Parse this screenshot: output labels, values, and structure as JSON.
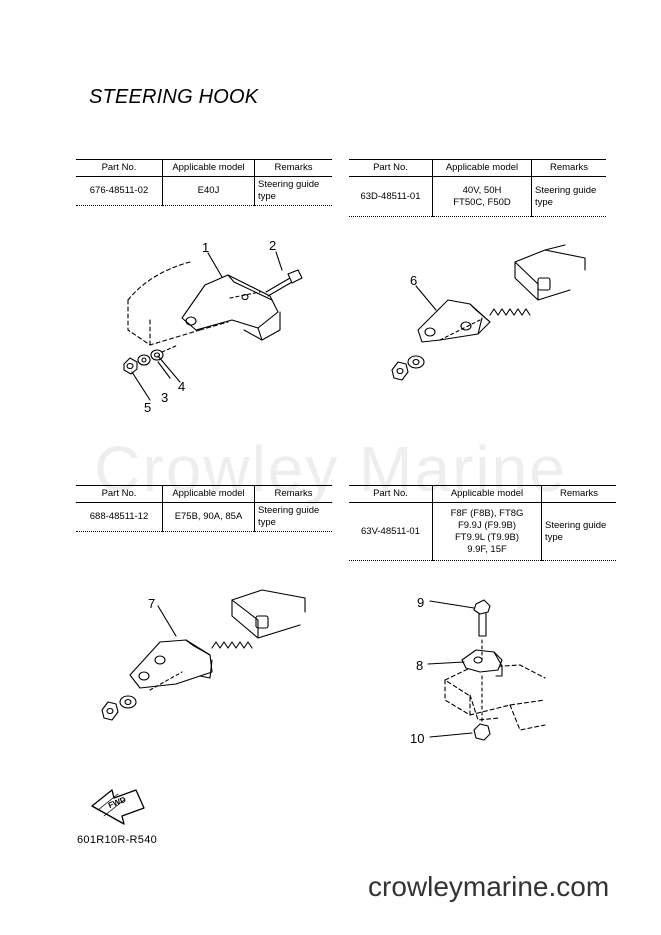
{
  "page": {
    "title": "STEERING HOOK",
    "watermark": "Crowley Marine",
    "figure_code": "601R10R-R540",
    "site": "crowleymarine.com",
    "fwd_label": "FWD"
  },
  "headers": {
    "part_no": "Part No.",
    "model": "Applicable model",
    "remarks": "Remarks"
  },
  "tables": [
    {
      "part_no": "676-48511-02",
      "model_lines": [
        "E40J"
      ],
      "remarks_lines": [
        "Steering guide",
        "type"
      ]
    },
    {
      "part_no": "63D-48511-01",
      "model_lines": [
        "40V, 50H",
        "FT50C, F50D"
      ],
      "remarks_lines": [
        "Steering guide",
        "type"
      ]
    },
    {
      "part_no": "688-48511-12",
      "model_lines": [
        "E75B, 90A, 85A"
      ],
      "remarks_lines": [
        "Steering guide",
        "type"
      ]
    },
    {
      "part_no": "63V-48511-01",
      "model_lines": [
        "F8F (F8B), FT8G",
        "F9.9J (F9.9B)",
        "FT9.9L (T9.9B)",
        "9.9F, 15F"
      ],
      "remarks_lines": [
        "Steering guide",
        "type"
      ]
    }
  ],
  "callouts": [
    "1",
    "2",
    "3",
    "4",
    "5",
    "6",
    "7",
    "8",
    "9",
    "10"
  ]
}
